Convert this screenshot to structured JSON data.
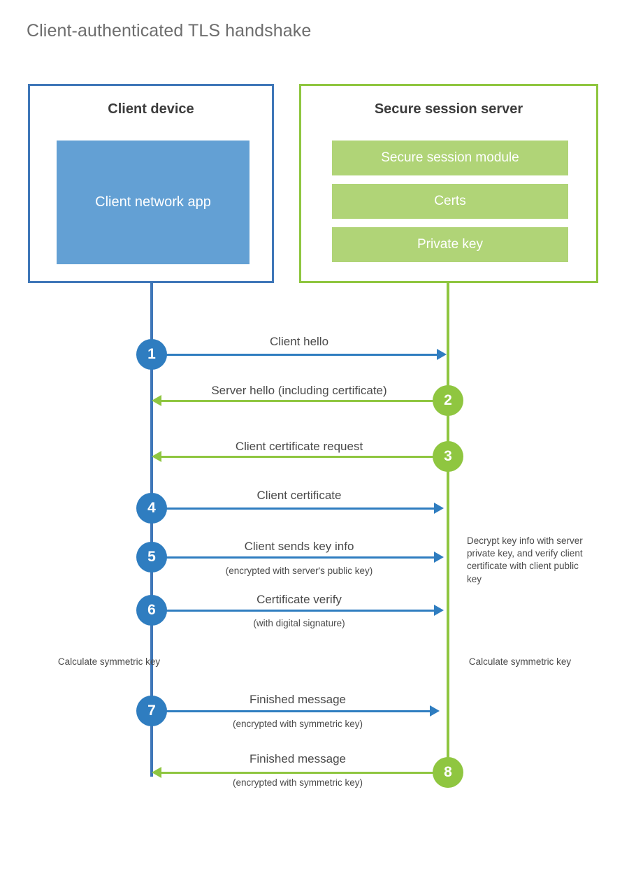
{
  "diagram": {
    "title": "Client-authenticated TLS handshake",
    "colors": {
      "client_border": "#3f77b8",
      "client_app_fill": "#63a0d4",
      "server_border": "#8fc640",
      "server_item_fill": "#b0d477",
      "blue_accent": "#2f7dc0",
      "green_accent": "#8fc640",
      "text": "#4a4a4a",
      "background": "#ffffff"
    }
  },
  "client": {
    "title": "Client device",
    "app_label": "Client network app"
  },
  "server": {
    "title": "Secure session server",
    "items": [
      {
        "label": "Secure session module"
      },
      {
        "label": "Certs"
      },
      {
        "label": "Private key"
      }
    ]
  },
  "steps": [
    {
      "number": "1",
      "actor": "client",
      "direction": "right",
      "label": "Client hello",
      "sublabel": ""
    },
    {
      "number": "2",
      "actor": "server",
      "direction": "left",
      "label": "Server hello (including certificate)",
      "sublabel": ""
    },
    {
      "number": "3",
      "actor": "server",
      "direction": "left",
      "label": "Client certificate request",
      "sublabel": ""
    },
    {
      "number": "4",
      "actor": "client",
      "direction": "right",
      "label": "Client certificate",
      "sublabel": ""
    },
    {
      "number": "5",
      "actor": "client",
      "direction": "right",
      "label": "Client sends key info",
      "sublabel": "(encrypted with server's public key)"
    },
    {
      "number": "6",
      "actor": "client",
      "direction": "right",
      "label": "Certificate verify",
      "sublabel": "(with digital signature)"
    },
    {
      "number": "7",
      "actor": "client",
      "direction": "right",
      "label": "Finished message",
      "sublabel": "(encrypted with symmetric key)"
    },
    {
      "number": "8",
      "actor": "server",
      "direction": "left",
      "label": "Finished message",
      "sublabel": "(encrypted with symmetric key)"
    }
  ],
  "annotations": {
    "server_decrypt_note": "Decrypt key info with server private key, and verify client certificate with client public key",
    "client_calc_note": "Calculate symmetric key",
    "server_calc_note": "Calculate symmetric key"
  }
}
